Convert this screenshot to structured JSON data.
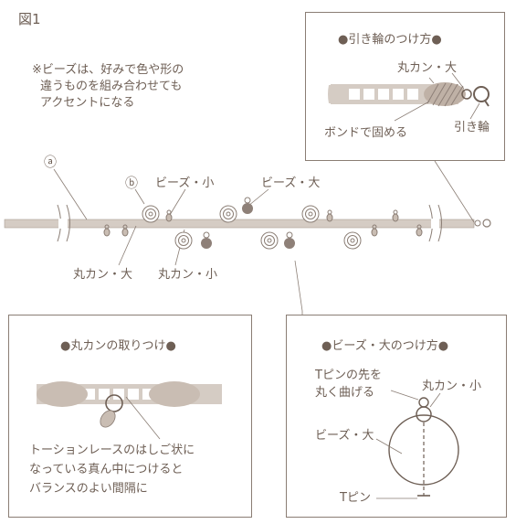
{
  "figure_label": "図1",
  "note": {
    "line1": "※ビーズは、好みで色や形の",
    "line2": "違うものを組み合わせても",
    "line3": "アクセントになる"
  },
  "main": {
    "a_label": "ⓐ",
    "b_label": "ⓑ",
    "beads_small": "ビーズ・小",
    "beads_large": "ビーズ・大",
    "ring_large": "丸カン・大",
    "ring_small": "丸カン・小"
  },
  "pull_ring_box": {
    "title": "●引き輪のつけ方●",
    "ring_large": "丸カン・大",
    "glue": "ボンドで固める",
    "pull_ring": "引き輪"
  },
  "jump_ring_box": {
    "title": "●丸カンの取りつけ●",
    "desc1": "トーションレースのはしご状に",
    "desc2": "なっている真ん中につけると",
    "desc3": "バランスのよい間隔に"
  },
  "bead_box": {
    "title": "●ビーズ・大のつけ方●",
    "tpin_bend1": "Tピンの先を",
    "tpin_bend2": "丸く曲げる",
    "ring_small": "丸カン・小",
    "bead_large": "ビーズ・大",
    "tpin": "Tピン"
  },
  "colors": {
    "line": "#8a7d74",
    "lace": "#d5ccc4",
    "bead": "#8e8078",
    "text": "#6e5f55",
    "blob": "#c9bdb3"
  }
}
